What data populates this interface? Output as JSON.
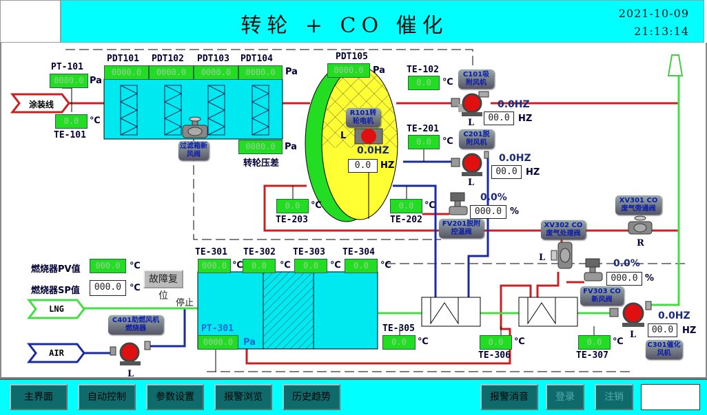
{
  "header": {
    "title": "转轮 + CO 催化",
    "date": "2021-10-09",
    "time": "21:13:14"
  },
  "filter": {
    "pt101": {
      "label": "PT-101",
      "value": "0000.0",
      "unit": "Pa"
    },
    "te101": {
      "label": "TE-101",
      "value": "0.0",
      "unit": "℃"
    },
    "pdt": [
      {
        "label": "PDT101",
        "value": "0000.0"
      },
      {
        "label": "PDT102",
        "value": "0000.0"
      },
      {
        "label": "PDT103",
        "value": "0000.0"
      },
      {
        "label": "PDT104",
        "value": "0000.0"
      }
    ],
    "pdt_unit": "Pa",
    "valve_label": "过滤箱新风阀",
    "wheel_dp": {
      "label": "转轮压差",
      "value": "0000.0",
      "unit": "Pa"
    },
    "inlet": "涂装线"
  },
  "wheel": {
    "pdt105": {
      "label": "PDT105",
      "value": "0000.0",
      "unit": "Pa"
    },
    "motor_label": "R101转轮电机",
    "motor_mode": "L",
    "freq": "0.0HZ",
    "freq_set": "0.0",
    "hz": "HZ"
  },
  "sensors": {
    "te102": {
      "label": "TE-102",
      "value": "0.0"
    },
    "te201": {
      "label": "TE-201",
      "value": "0.0"
    },
    "te202": {
      "label": "TE-202",
      "value": "0.0"
    },
    "te203": {
      "label": "TE-203",
      "value": "0.0"
    },
    "te301": {
      "label": "TE-301",
      "value": "000.0"
    },
    "te302": {
      "label": "TE-302",
      "value": "0.0"
    },
    "te303": {
      "label": "TE-303",
      "value": "0.0"
    },
    "te304": {
      "label": "TE-304",
      "value": "0.0"
    },
    "te305": {
      "label": "TE-305",
      "value": "0.0"
    },
    "te306": {
      "label": "TE-306",
      "value": "0.0"
    },
    "te307": {
      "label": "TE-307",
      "value": "0.0"
    },
    "pt301": {
      "label": "PT-301",
      "value": "0000.0",
      "unit": "Pa"
    },
    "deg": "℃"
  },
  "fans": {
    "c101": {
      "label": "C101吸附风机",
      "mode": "L",
      "freq": "0.0HZ",
      "set": "00.0",
      "hz": "HZ"
    },
    "c201": {
      "label": "C201脱附风机",
      "mode": "L",
      "freq": "0.0HZ",
      "set": "00.0",
      "hz": "HZ"
    },
    "c301": {
      "label": "C301催化风机",
      "mode": "L",
      "freq": "0.0HZ",
      "set": "00.0",
      "hz": "HZ"
    },
    "c401": {
      "label": "C401助燃风机燃烧器",
      "mode": "L"
    }
  },
  "valves": {
    "fv201": {
      "label": "FV201脱附控温阀",
      "pct": "0.0%",
      "set": "000.0",
      "unit": "%"
    },
    "fv303": {
      "label": "FV303 CO新风阀",
      "pct": "0.0%",
      "set": "000.0",
      "unit": "%"
    },
    "xv302": {
      "label": "XV302 CO废气处理阀",
      "mode": "L"
    },
    "xv301": {
      "label": "XV301 CO废气旁通阀",
      "mode": "R"
    }
  },
  "burner": {
    "pv_label": "燃烧器PV值",
    "pv": "000.0",
    "sp_label": "燃烧器SP值",
    "sp": "000.0",
    "reset": "故障复位",
    "status": "停止",
    "lng": "LNG",
    "air": "AIR"
  },
  "nav": {
    "b1": "主界面",
    "b2": "自动控制",
    "b3": "参数设置",
    "b4": "报警浏览",
    "b5": "历史趋势",
    "b6": "报警消音",
    "b7": "登录",
    "b8": "注销"
  }
}
